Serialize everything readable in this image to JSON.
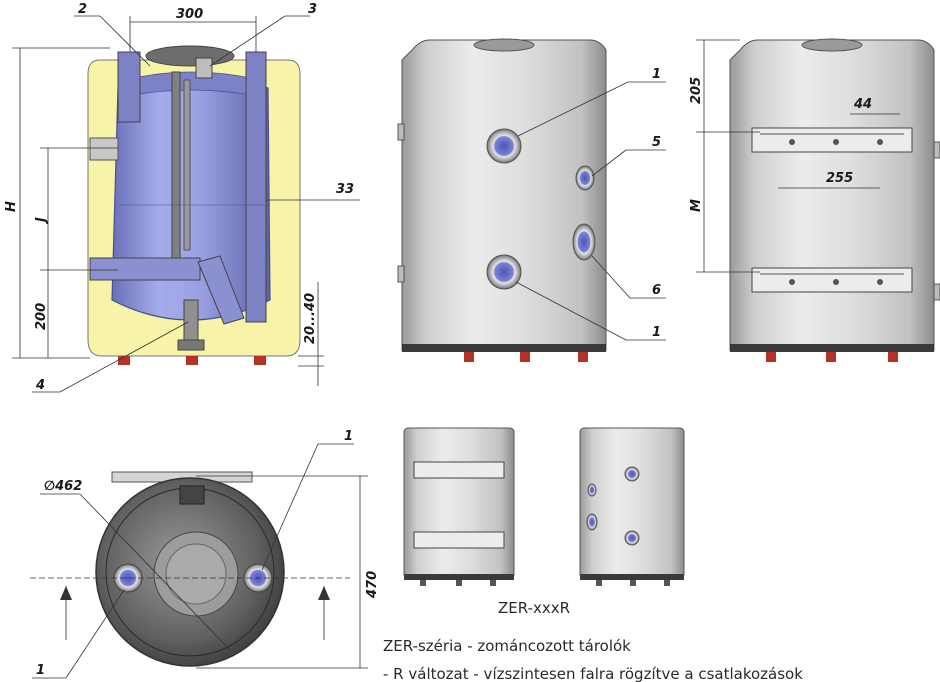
{
  "labels": {
    "l1": "1",
    "l2": "2",
    "l3": "3",
    "l4": "4",
    "l5": "5",
    "l6": "6"
  },
  "dims": {
    "d300": "300",
    "dH": "H",
    "dJ": "J",
    "d200": "200",
    "d33": "33",
    "d2040": "20...40",
    "d205": "205",
    "d44": "44",
    "d255": "255",
    "dM": "M",
    "d462": "∅462",
    "d470": "470"
  },
  "captions": {
    "model": "ZER-xxxR",
    "series": "ZER-széria - zománcozott tárolók",
    "variant": "- R változat - vízszintesen falra rögzítve a csatlakozások"
  },
  "colors": {
    "insulation": "#f7f3a8",
    "tank_blue": "#8f96d8",
    "steel": "#cfcfcf",
    "foot_red": "#b5322a"
  }
}
